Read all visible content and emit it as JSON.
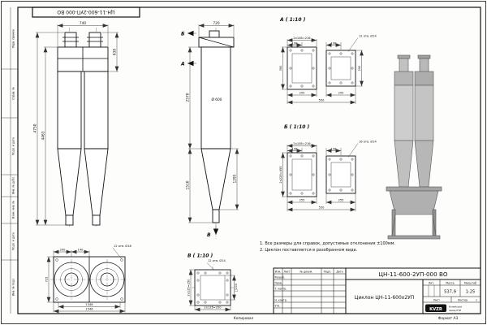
{
  "sheet": {
    "top_stamp": "ЦН-11-600-2УП-000 ВО",
    "margin_labels": {
      "perv": "Перв. примен.",
      "sprav": "Справ. №",
      "podp1": "Подп. и дата",
      "inv_dubl": "Инв. № дубл.",
      "vzam": "Взам. инв. №",
      "podp2": "Подп. и дата",
      "inv_podl": "Инв. № подл."
    },
    "footer": {
      "copied": "Копировал",
      "format": "Формат А3"
    }
  },
  "notes": {
    "line1": "1. Все размеры для справок, допустимые отклонения ±100мм.",
    "line2": "2. Циклон поставляется в разобранном виде."
  },
  "front_view": {
    "dim_width": "740",
    "dim_height_total": "4750",
    "dim_height_body": "4463",
    "dim_inlet": "638"
  },
  "side_view": {
    "dim_width": "720",
    "label_a": "А",
    "label_b": "Б",
    "label_v": "В",
    "dim_diameter": "Ø 600",
    "dim_body": "2570",
    "dim_cone": "1510",
    "dim_right": "1295"
  },
  "section_a": {
    "title": "А ( 1:10 )",
    "dim_pitch_left": "2х108=216",
    "dim_pitch_small_left": "108",
    "dim_pitch_small_right": "108",
    "note_holes": "12 отв. Ø14",
    "dim_left_v": "350",
    "dim_right_v": "290",
    "dim_bottom_left": "255",
    "dim_bottom_right": "255",
    "dim_total": "550"
  },
  "section_b": {
    "title": "Б ( 1:10 )",
    "dim_pitch_left": "2х108=216",
    "dim_pitch_small_left": "108",
    "dim_pitch_small_right": "108",
    "note_holes": "16 отв. Ø14",
    "dim_left_v": "2х228=455",
    "dim_bottom_left": "255",
    "dim_bottom_right": "255",
    "dim_total": "550"
  },
  "bottom_view": {
    "dim_1": "200",
    "dim_2": "140",
    "note_holes": "12 отв. Ø18",
    "dim_width_inner": "1346",
    "dim_width_outer": "1546",
    "dim_left_v": "725"
  },
  "view_v": {
    "title": "В ( 1:10 )",
    "note_holes": "12 отв. Ø14",
    "dim_left": "2х125=250",
    "dim_bottom": "2х125=250",
    "dim_right": "□200"
  },
  "title_block": {
    "designation": "ЦН-11-600-2УП-000 ВО",
    "name": "Циклон ЦН-11-600х2УП",
    "col_izm": "Изм.",
    "col_list": "Лист",
    "col_doc": "№ докум.",
    "col_podp": "Подп.",
    "col_data": "Дата",
    "row_razrab": "Разраб.",
    "row_prov": "Пров.",
    "row_tkontr": "Т. контр.",
    "row_nkontr": "Н. контр.",
    "row_utv": "Утв.",
    "lit_label": "Лит.",
    "mass_label": "Масса",
    "scale_label": "Масштаб",
    "mass_value": "537,9",
    "scale_value": "1:25",
    "sheet_label": "Лист",
    "sheets_label": "Листов",
    "sheets_value": "1",
    "logo": "KVZR",
    "logo_caption1": "Копейский",
    "logo_caption2": "завод РТИ"
  }
}
